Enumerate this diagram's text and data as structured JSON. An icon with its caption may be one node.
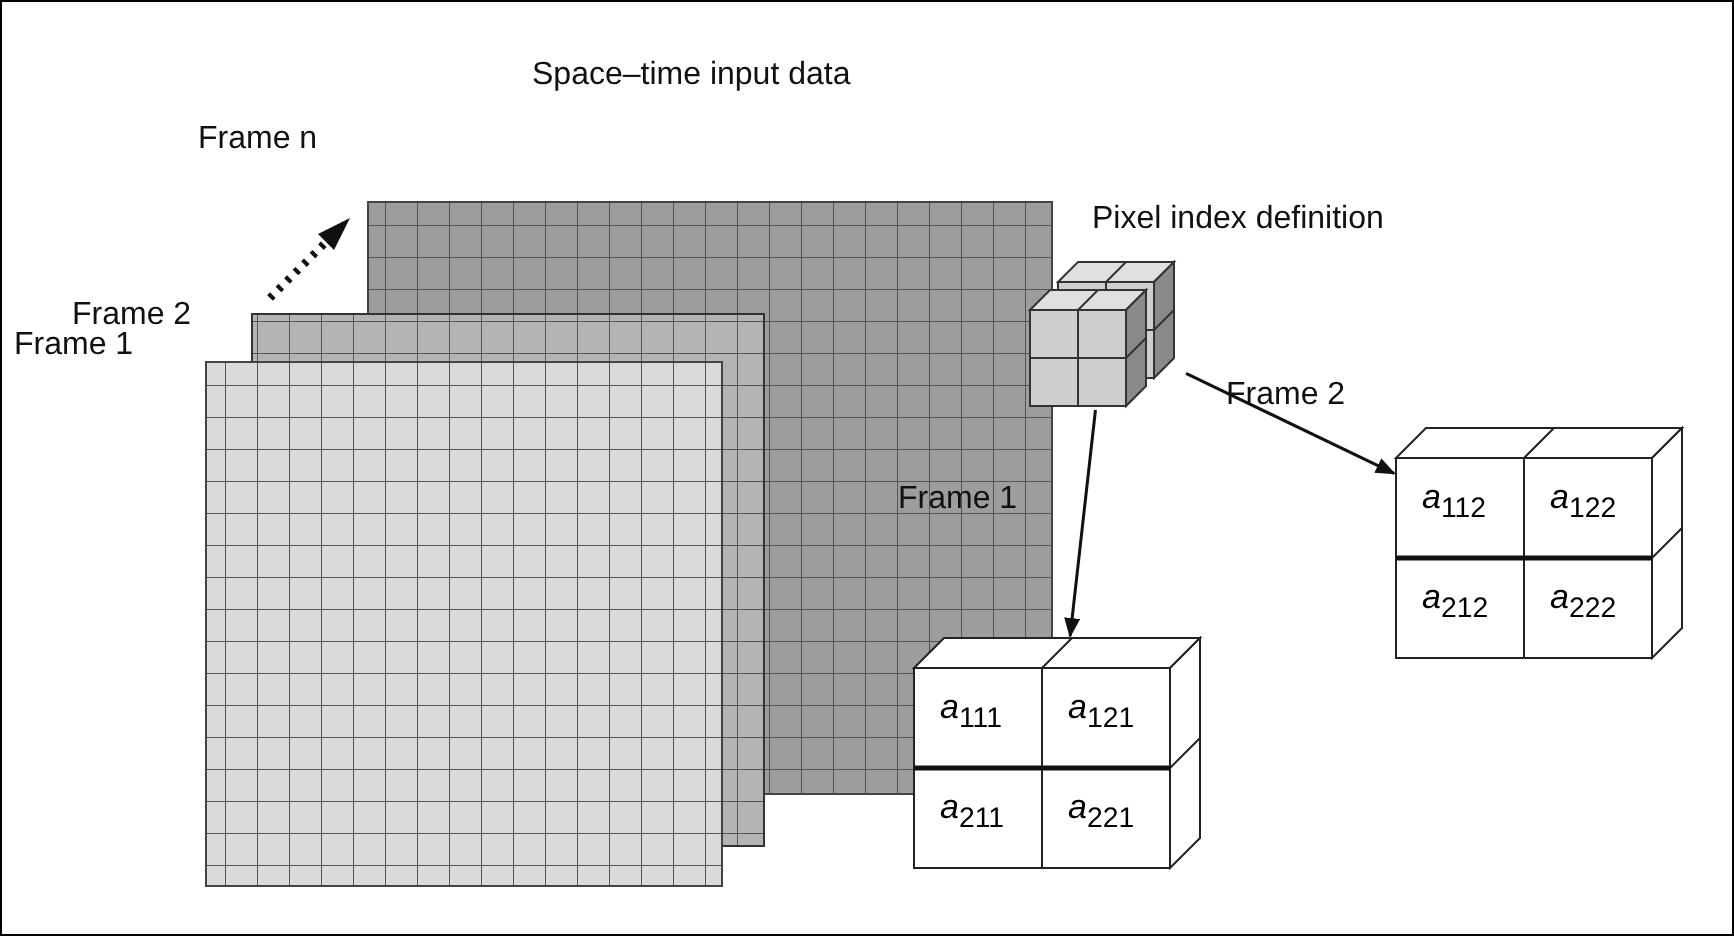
{
  "diagram": {
    "title": "Space–time input data",
    "nodes": [
      {
        "text": [],
        "shape": "picture"
      },
      {
        "text": [
          "*a*$_{111}$",
          "*a*$_{121}$",
          "*a*$_{211}$",
          "*a*$_{221}$"
        ]
      },
      {
        "text": [
          "*a*$_{112}$",
          "*a*$_{122}$",
          "*a*$_{212}$",
          "*a*$_{222}$"
        ]
      }
    ],
    "edges": [
      {
        "from": 0,
        "to": 1,
        "arrow": "to",
        "label": "Frame 1"
      },
      {
        "from": 0,
        "to": 2,
        "arrow": "to",
        "label": "Frame 2"
      }
    ],
    "labels": [
      "Frame n",
      "Frame 2",
      "Frame 1",
      "Pixel index definition"
    ]
  }
}
